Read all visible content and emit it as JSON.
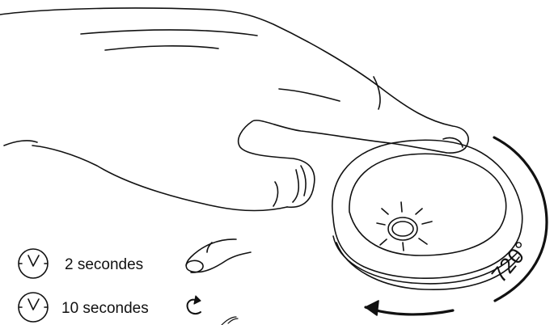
{
  "legend": {
    "short_press": {
      "duration": "2 secondes",
      "timer_icon": "clock-icon",
      "action_icon": "finger-press-icon"
    },
    "long_turn": {
      "duration": "10 secondes",
      "timer_icon": "clock-icon",
      "action_icon": "rotate-arrow-icon"
    }
  },
  "rotation": {
    "angle": "720°",
    "arrow_icon": "curved-arrow-icon"
  },
  "device": {
    "button_icon": "glowing-button-icon"
  },
  "colors": {
    "stroke": "#111111",
    "background": "#ffffff"
  }
}
